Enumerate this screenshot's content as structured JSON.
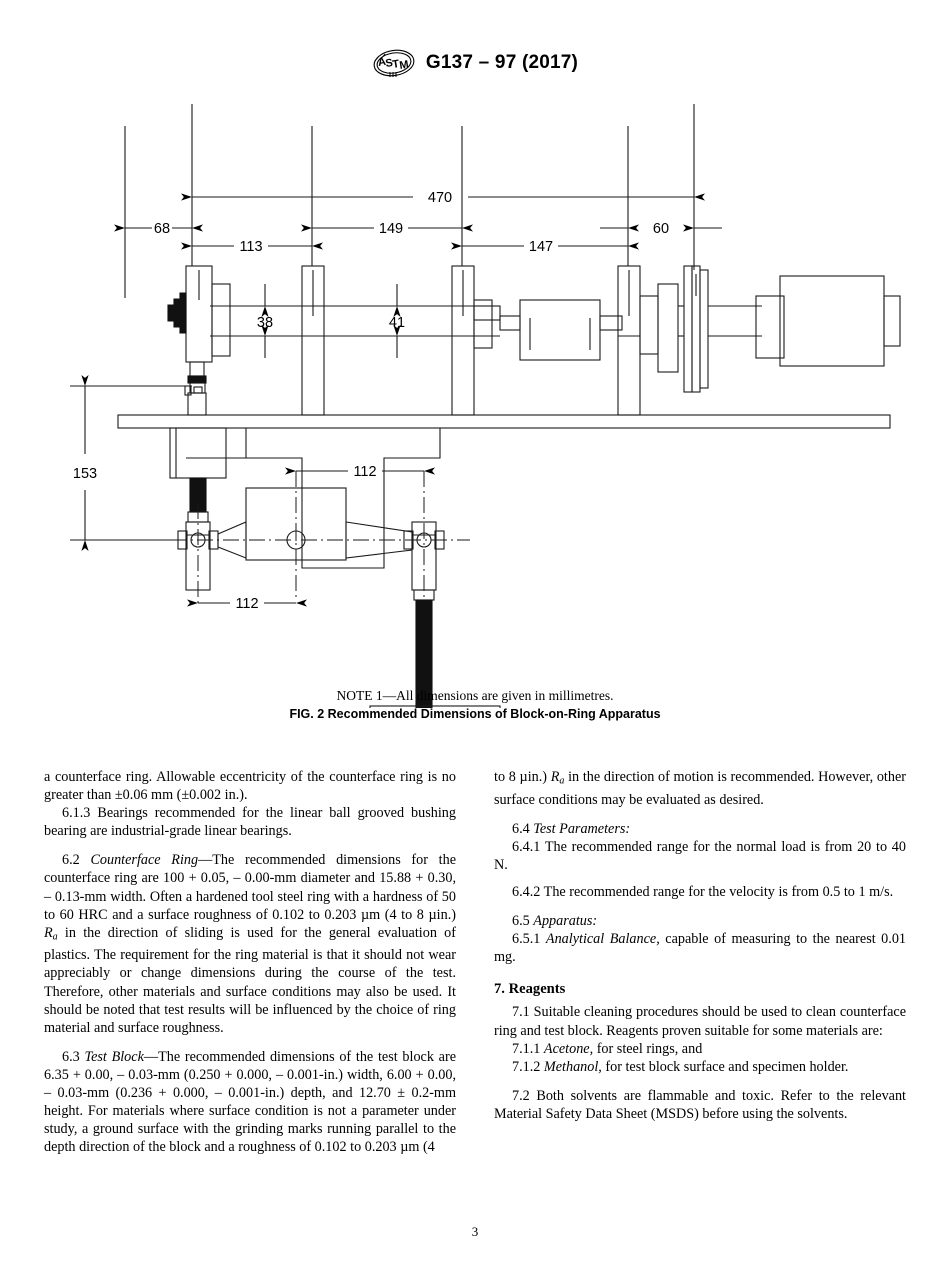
{
  "header": {
    "logo_icon": "astm-logo",
    "designation": "G137 – 97 (2017)"
  },
  "figure": {
    "note": "—All dimensions are given in millimetres.",
    "note_label": "NOTE 1",
    "caption": "FIG. 2 Recommended Dimensions of Block-on-Ring Apparatus",
    "dimensions": {
      "overall_length": "470",
      "left_offset": "68",
      "span_1": "113",
      "span_2": "149",
      "span_3": "147",
      "span_4": "60",
      "shaft_dia_1": "38",
      "shaft_dia_2": "41",
      "vertical_height": "153",
      "lever_upper": "112",
      "lever_lower": "112"
    }
  },
  "columns": {
    "left": {
      "p1": "a counterface ring. Allowable eccentricity of the counterface ring is no greater than ±0.06 mm (±0.002 in.).",
      "p2_num": "6.1.3",
      "p2": "Bearings recommended for the linear ball grooved bushing bearing are industrial-grade linear bearings.",
      "p3_num": "6.2",
      "p3_title": "Counterface Ring",
      "p3a": "—The recommended dimensions for the counterface ring are 100 + 0.05, – 0.00-mm diameter and 15.88 + 0.30, – 0.13-mm width. Often a hardened tool steel ring with a hardness of 50 to 60 HRC and a surface roughness of 0.102 to 0.203 µm (4 to 8 µin.) ",
      "p3_ra": "R",
      "p3_ra_sub": "a",
      "p3b": " in the direction of sliding is used for the general evaluation of plastics. The requirement for the ring material is that it should not wear appreciably or change dimensions during the course of the test. Therefore, other materials and surface conditions may also be used. It should be noted that test results will be influenced by the choice of ring material and surface roughness.",
      "p4_num": "6.3",
      "p4_title": "Test Block",
      "p4": "—The recommended dimensions of the test block are 6.35 + 0.00, – 0.03-mm (0.250 + 0.000, – 0.001-in.) width,  6.00 + 0.00, – 0.03-mm  (0.236 + 0.000, – 0.001-in.) depth, and 12.70 ± 0.2-mm height. For materials where surface condition is not a parameter under study, a ground surface with the grinding marks running parallel to the depth direction of the block and a roughness of 0.102 to 0.203 µm (4"
    },
    "right": {
      "p1a": "to 8 µin.) ",
      "p1_ra": "R",
      "p1_ra_sub": "a",
      "p1b": " in the direction of motion is recommended. However, other surface conditions may be evaluated as desired.",
      "p2_num": "6.4",
      "p2_title": "Test Parameters:",
      "p3_num": "6.4.1",
      "p3": "The recommended range for the normal load is from 20 to 40 N.",
      "p4_num": "6.4.2",
      "p4": "The recommended range for the velocity is from 0.5 to 1 m/s.",
      "p5_num": "6.5",
      "p5_title": "Apparatus:",
      "p6_num": "6.5.1",
      "p6_title": "Analytical Balance,",
      "p6": " capable of measuring to the nearest 0.01 mg.",
      "section_7": "7.  Reagents",
      "p7_num": "7.1",
      "p7": "Suitable cleaning procedures should be used to clean counterface ring and test block. Reagents proven suitable for some materials are:",
      "p8_num": "7.1.1",
      "p8_title": "Acetone,",
      "p8": " for steel rings, and",
      "p9_num": "7.1.2",
      "p9_title": "Methanol,",
      "p9": " for test block surface and specimen holder.",
      "p10_num": "7.2",
      "p10": "Both solvents are flammable and toxic. Refer to the relevant Material Safety Data Sheet (MSDS) before using the solvents."
    }
  },
  "footer": {
    "page_number": "3"
  }
}
